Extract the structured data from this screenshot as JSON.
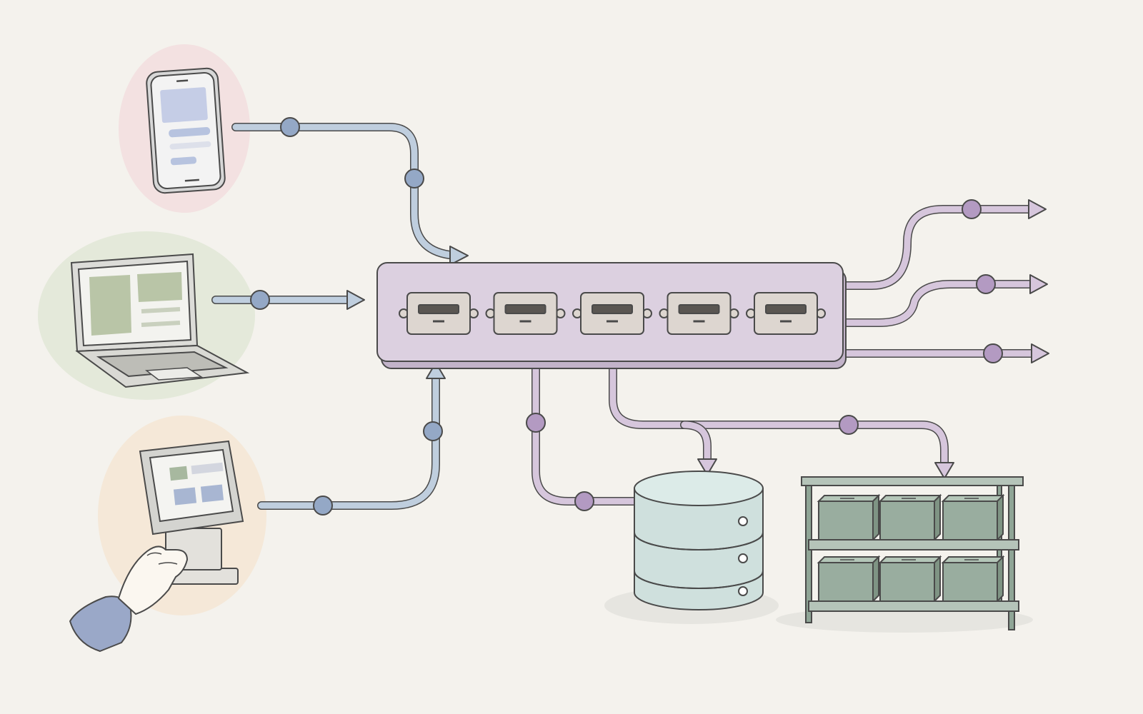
{
  "colors": {
    "background": "#f4f2ed",
    "ink": "#4a4a4a",
    "input_pipe": "#bfcede",
    "input_node": "#94a8c6",
    "output_pipe": "#d6c6dc",
    "output_node": "#b39ac2",
    "hub_fill": "#dcd0e0",
    "hub_shadow": "#c2b3c9",
    "port_fill": "#ddd6d0",
    "phone_blob": "#f2dede",
    "laptop_blob": "#e1e7d6",
    "kiosk_blob": "#f4e6d3",
    "database_fill": "#cfe0dd",
    "box_fill": "#99ad9f",
    "shelf_frame": "#8fa596",
    "sleeve": "#9aa8c8"
  },
  "icons": {
    "sources": [
      "smartphone-icon",
      "laptop-icon",
      "kiosk-terminal-icon",
      "hand-icon"
    ],
    "hub": "connector-hub-icon",
    "destinations": [
      "database-icon",
      "warehouse-shelf-icon"
    ],
    "outputs": [
      "arrow-right-icon",
      "arrow-right-icon",
      "arrow-right-icon"
    ]
  },
  "diagram": {
    "source_count": 3,
    "hub_port_count": 5,
    "output_stream_count": 3,
    "storage_shelf_box_count": 6
  }
}
